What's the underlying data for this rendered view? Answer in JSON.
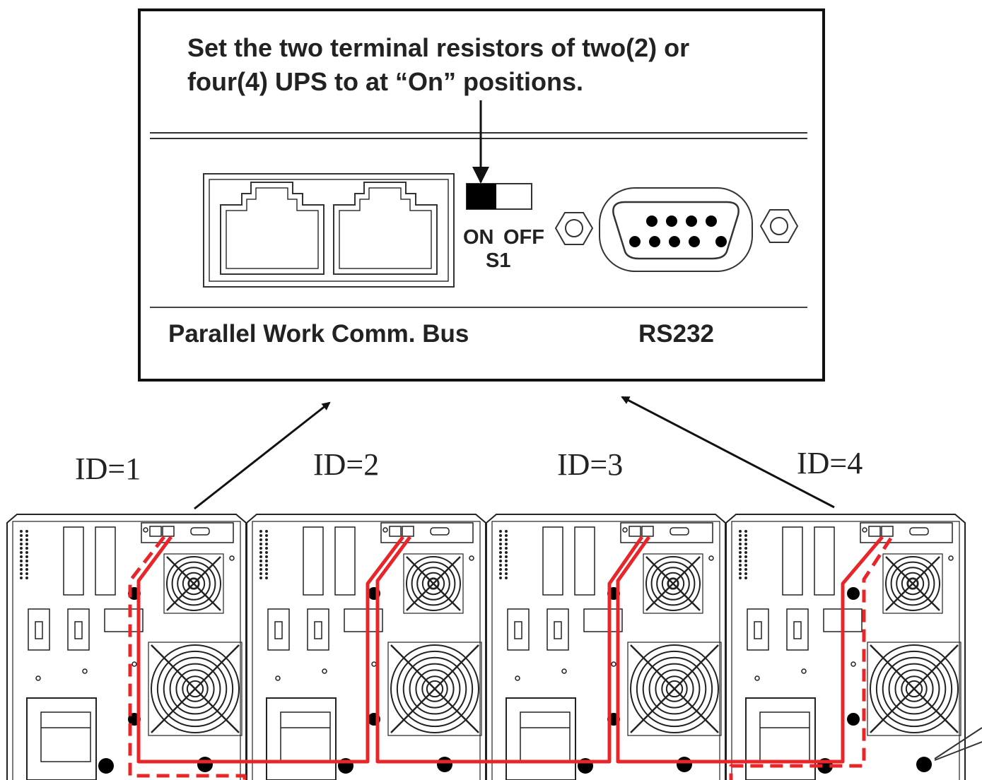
{
  "callout": {
    "instruction_line1": "Set the two terminal resistors of two(2) or",
    "instruction_line2": "four(4) UPS to at “On” positions.",
    "switch_on": "ON",
    "switch_off": "OFF",
    "switch_name": "S1",
    "bus_label": "Parallel Work Comm. Bus",
    "rs232_label": "RS232"
  },
  "units": [
    {
      "id_label": "ID=1"
    },
    {
      "id_label": "ID=2"
    },
    {
      "id_label": "ID=3"
    },
    {
      "id_label": "ID=4"
    }
  ],
  "colors": {
    "cable": "#e8262a",
    "line": "#222222"
  }
}
